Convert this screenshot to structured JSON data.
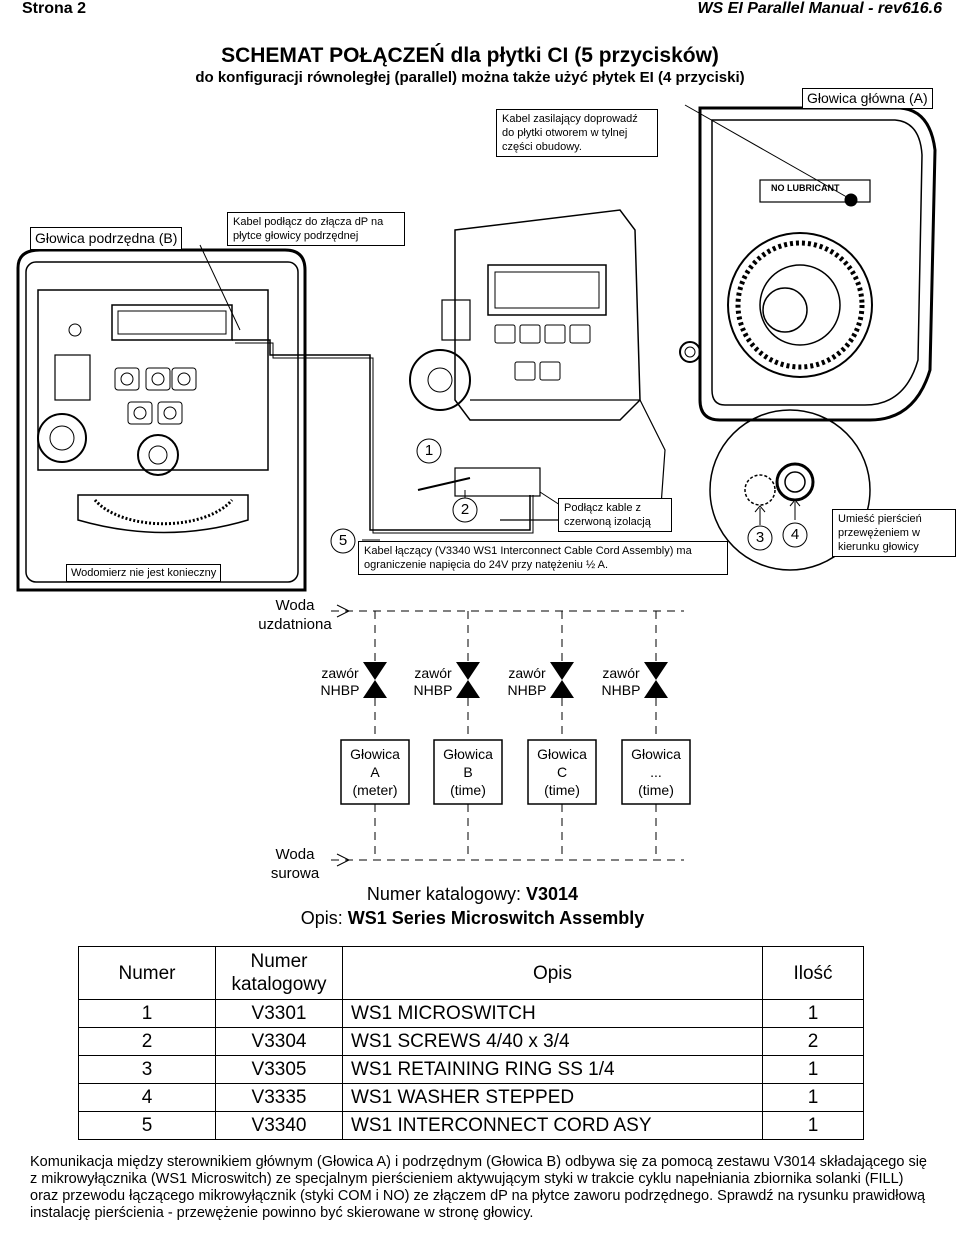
{
  "header": {
    "left": "Strona 2",
    "right": "WS EI Parallel Manual  - rev616.6"
  },
  "title": "SCHEMAT POŁĄCZEŃ dla płytki CI (5 przycisków)",
  "subtitle": "do konfiguracji równoległej (parallel) można także użyć płytek EI (4 przyciski)",
  "callouts": {
    "power_cable": "Kabel zasilający doprowadź do płytki otworem w tylnej części obudowy.",
    "main_head": "Głowica główna (A)",
    "slave_head": "Głowica podrzędna (B)",
    "connect_dp": "Kabel podłącz do złącza dP na płytce głowicy podrzędnej",
    "no_meter": "Wodomierz nie jest konieczny",
    "red_insulation": "Podłącz kable z czerwoną izolacją",
    "cord_note": "Kabel łączący (V3340 WS1 Interconnect Cable Cord Assembly) ma ograniczenie napięcia do 24V przy natężeniu ½ A.",
    "ring_note": "Umieść pierścień przewężeniem w kierunku głowicy",
    "sticker": "NO LUBRICANT"
  },
  "part_markers": [
    "1",
    "2",
    "3",
    "4",
    "5"
  ],
  "flow": {
    "treated": "Woda uzdatniona",
    "raw": "Woda surowa",
    "valve_label": "zawór NHBP",
    "heads": [
      {
        "name": "Głowica",
        "id": "A",
        "mode": "(meter)"
      },
      {
        "name": "Głowica",
        "id": "B",
        "mode": "(time)"
      },
      {
        "name": "Głowica",
        "id": "C",
        "mode": "(time)"
      },
      {
        "name": "Głowica",
        "id": "...",
        "mode": "(time)"
      }
    ]
  },
  "catalog": {
    "number_label": "Numer katalogowy: ",
    "number": "V3014",
    "desc_label": "Opis: ",
    "desc": "WS1 Series Microswitch Assembly"
  },
  "table": {
    "headers": [
      "Numer",
      "Numer katalogowy",
      "Opis",
      "Ilość"
    ],
    "rows": [
      [
        "1",
        "V3301",
        "WS1 MICROSWITCH",
        "1"
      ],
      [
        "2",
        "V3304",
        "WS1 SCREWS 4/40 x 3/4",
        "2"
      ],
      [
        "3",
        "V3305",
        "WS1 RETAINING RING SS 1/4",
        "1"
      ],
      [
        "4",
        "V3335",
        "WS1 WASHER STEPPED",
        "1"
      ],
      [
        "5",
        "V3340",
        "WS1 INTERCONNECT CORD ASY",
        "1"
      ]
    ]
  },
  "footer": "Komunikacja między sterownikiem głównym (Głowica A) i podrzędnym (Głowica B) odbywa się za pomocą zestawu V3014 składającego się z mikrowyłącznika (WS1 Microswitch) ze specjalnym pierścieniem aktywującym styki w trakcie cyklu napełniania zbiornika solanki (FILL) oraz przewodu łączącego mikrowyłącznik (styki COM i NO) ze złączem dP na płytce zaworu podrzędnego. Sprawdź na rysunku prawidłową instalację pierścienia - przewężenie powinno być skierowane w stronę głowicy."
}
